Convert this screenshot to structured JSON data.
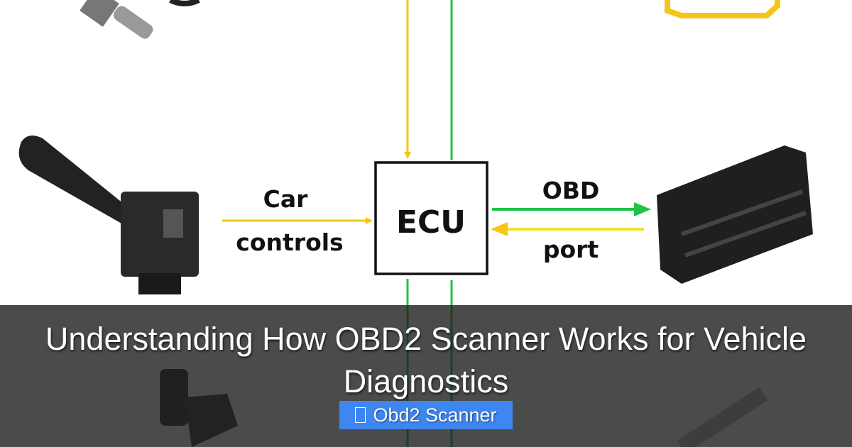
{
  "diagram": {
    "center_label": "ECU",
    "left_label_line1": "Car",
    "left_label_line2": "controls",
    "right_label_top": "OBD",
    "right_label_bottom": "port",
    "colors": {
      "yellow": "#f5c518",
      "green": "#1fc24a",
      "box": "#111111"
    },
    "images": [
      "oxygen-sensor",
      "headlight-combination-switch",
      "obd-port-connector",
      "check-engine-light",
      "fuel-injector",
      "spark-plug"
    ]
  },
  "overlay": {
    "title": "Understanding How OBD2 Scanner Works for Vehicle Diagnostics",
    "category_badge": "Obd2 Scanner",
    "badge_icon": "folder-icon",
    "badge_color": "#3e86f0"
  }
}
